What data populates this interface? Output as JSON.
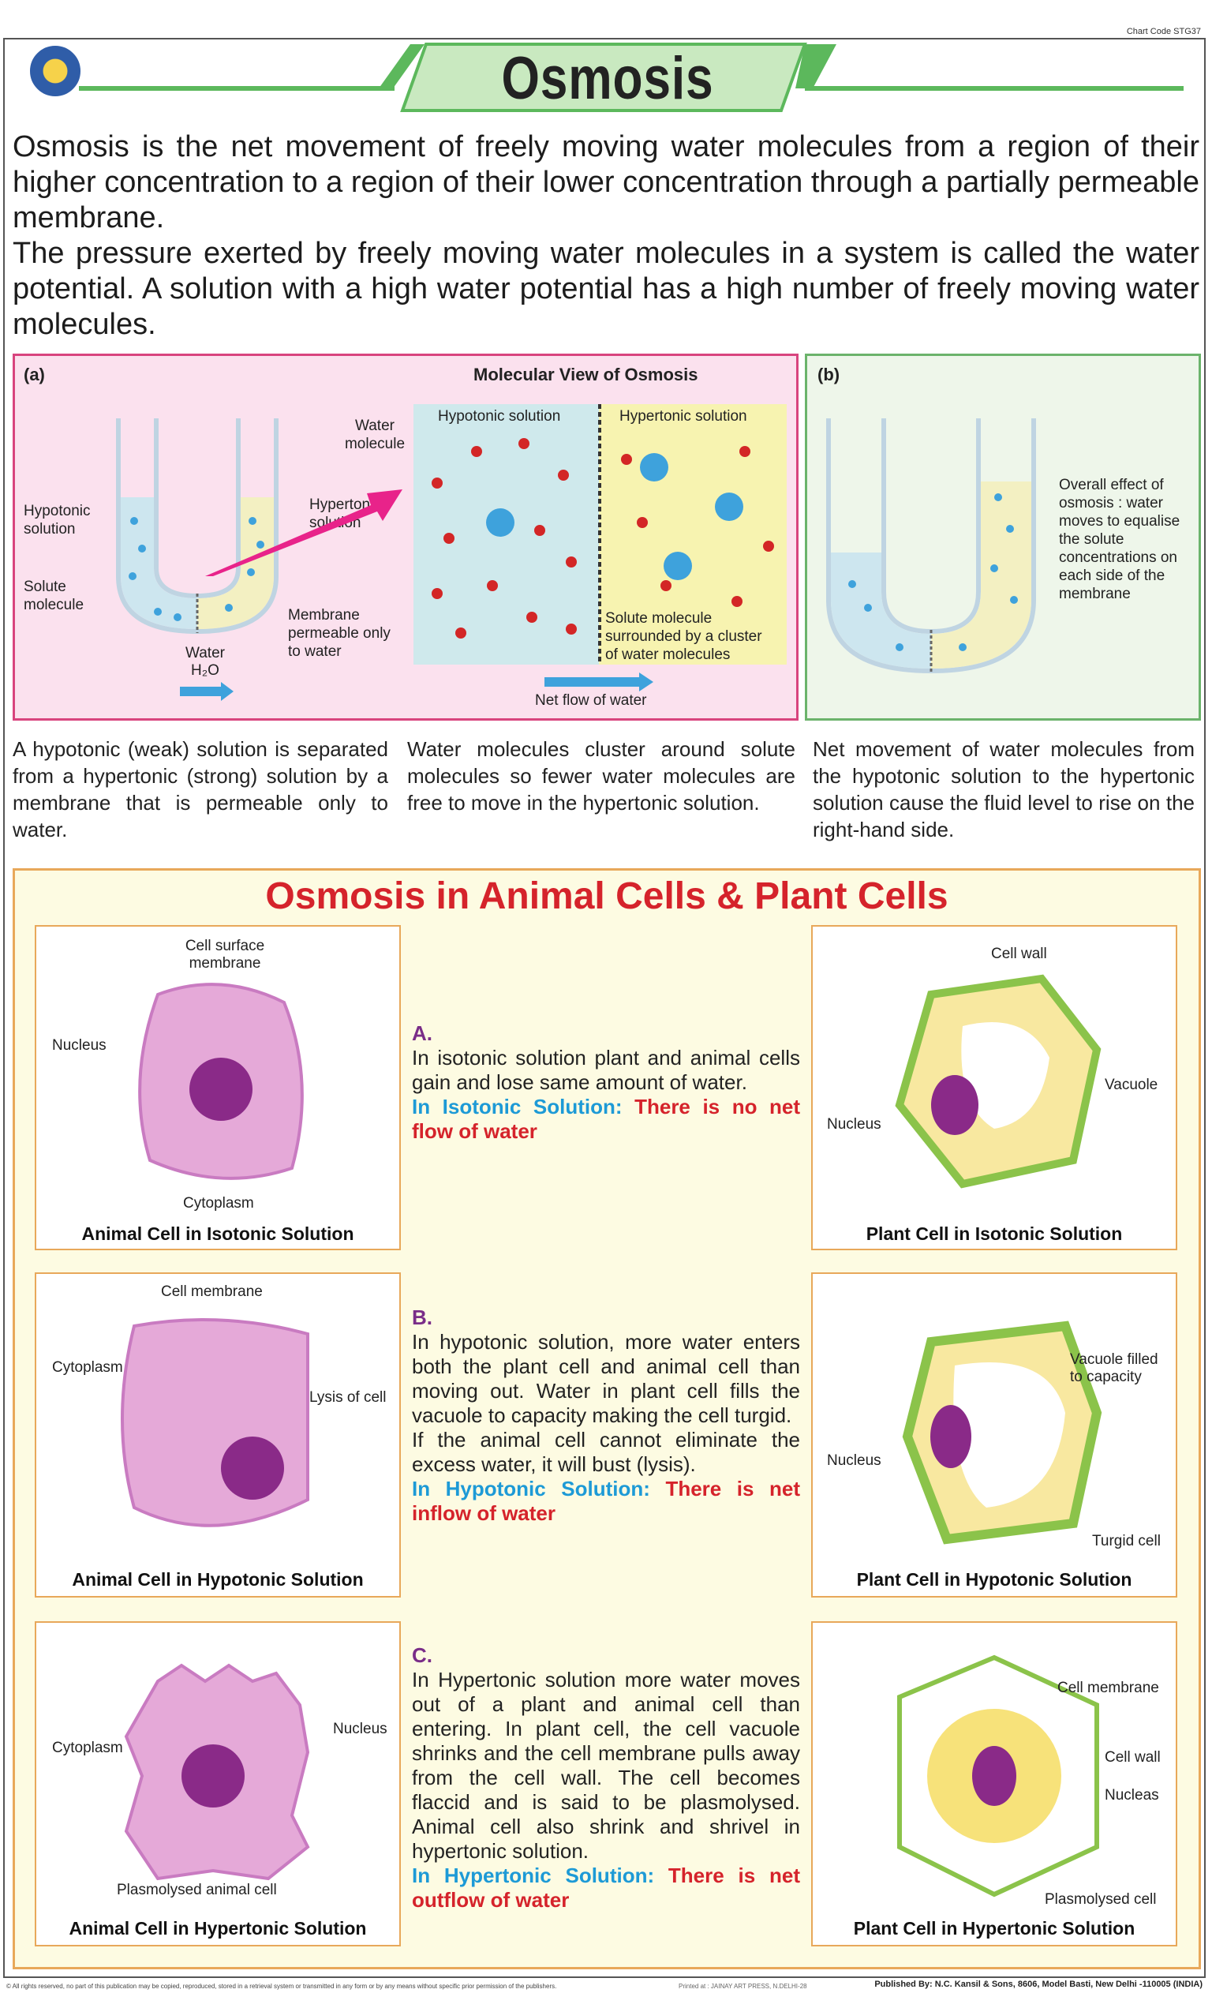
{
  "header": {
    "chart_code": "Chart Code STG37",
    "title": "Osmosis",
    "colors": {
      "banner_green": "#5cb85c",
      "banner_light": "#c9e9c0"
    }
  },
  "intro": {
    "p1": "Osmosis is the net movement of freely moving water molecules from a region of their higher concentration to a region of their lower concentration through a partially permeable membrane.",
    "p2": "The pressure exerted by freely moving water molecules in a system is called the water potential. A solution with a high water potential has a high number of freely moving water molecules."
  },
  "panel_a": {
    "label": "(a)",
    "heading": "Molecular View of Osmosis",
    "hypotonic_solution": "Hypotonic solution",
    "hypertonic_solution": "Hypertonic solution",
    "water_molecule": "Water molecule",
    "hypotonic_label": "Hypotonic solution",
    "hypertonic_label": "Hypertonic solution",
    "solute_molecule": "Solute molecule",
    "membrane": "Membrane permeable only to water",
    "water": "Water",
    "h2o": "H₂O",
    "solute_cluster": "Solute molecule surrounded by a cluster of water molecules",
    "net_flow": "Net flow of water"
  },
  "panel_b": {
    "label": "(b)",
    "overall_effect": "Overall effect of osmosis : water moves to equalise the solute concentrations on each side of the membrane"
  },
  "captions": {
    "c1": "A hypotonic (weak) solution is separated from a hypertonic (strong) solution by a membrane that is permeable only to water.",
    "c2": "Water molecules cluster around solute molecules so fewer water molecules are free to move in the hypertonic solution.",
    "c3": "Net movement of water molecules from the hypotonic solution to the hypertonic solution cause the fluid level to rise on the right-hand side."
  },
  "section2": {
    "title": "Osmosis in Animal Cells & Plant Cells",
    "rows": [
      {
        "animal_caption": "Animal Cell in Isotonic Solution",
        "animal_labels": {
          "a": "Cell surface membrane",
          "b": "Nucleus",
          "c": "Cytoplasm"
        },
        "letter": "A.",
        "text": "In isotonic solution plant and animal cells gain and lose same amount of water.",
        "key_blue": "In Isotonic Solution:",
        "key_red": "There is no net flow of water",
        "plant_caption": "Plant Cell in Isotonic Solution",
        "plant_labels": {
          "a": "Cell wall",
          "b": "Vacuole",
          "c": "Nucleus"
        }
      },
      {
        "animal_caption": "Animal Cell in Hypotonic Solution",
        "animal_labels": {
          "a": "Cell membrane",
          "b": "Cytoplasm",
          "c": "Lysis of cell"
        },
        "letter": "B.",
        "text": "In hypotonic solution, more water enters both the plant cell and animal cell than moving out. Water in plant cell fills the vacuole to capacity making the cell turgid.",
        "text2": "If the animal cell cannot eliminate the excess water, it will bust (lysis).",
        "key_blue": "In Hypotonic Solution:",
        "key_red": "There is net inflow of water",
        "plant_caption": "Plant Cell in Hypotonic Solution",
        "plant_labels": {
          "a": "Vacuole filled to capacity",
          "b": "Nucleus",
          "c": "Turgid cell"
        }
      },
      {
        "animal_caption": "Animal Cell in Hypertonic Solution",
        "animal_labels": {
          "a": "Cytoplasm",
          "b": "Nucleus",
          "c": "Plasmolysed animal cell"
        },
        "letter": "C.",
        "text": "In Hypertonic solution more water moves out of a plant and animal cell than entering. In plant cell, the cell vacuole shrinks and the cell membrane pulls away from the cell wall. The cell becomes flaccid and is said to be plasmolysed. Animal cell also shrink and shrivel in hypertonic solution.",
        "key_blue": "In Hypertonic Solution:",
        "key_red": "There is net outflow of water",
        "plant_caption": "Plant Cell in Hypertonic Solution",
        "plant_labels": {
          "a": "Cell membrane",
          "b": "Cell wall",
          "c": "Nucleas",
          "d": "Plasmolysed cell"
        }
      }
    ]
  },
  "footer": {
    "rights": "© All rights reserved, no part of this publication may be copied, reproduced, stored in a retrieval system or transmitted in any form or by any means without specific prior permission of the publishers.",
    "printed": "Printed at : JAINAY ART PRESS, N.DELHI-28",
    "published": "Published By: N.C. Kansil & Sons, 8606, Model Basti, New Delhi -110005 (INDIA)"
  }
}
